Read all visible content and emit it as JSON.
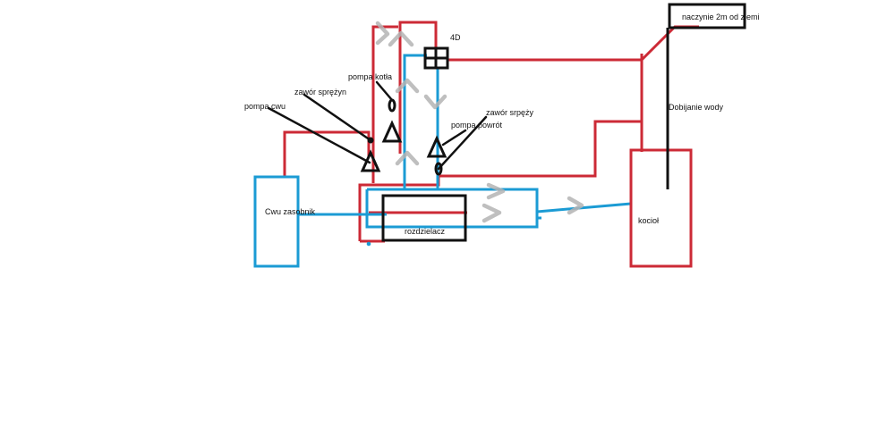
{
  "colors": {
    "hot_pipe": "#cc2a36",
    "cold_pipe": "#1b9bd4",
    "outline": "#111111",
    "flow_arrow": "#b4b4b4",
    "background": "#ffffff"
  },
  "labels": {
    "expansion_vessel": "naczynie 2m od ziemi",
    "valve_4d": "4D",
    "water_refill": "Dobijanie wody",
    "boiler": "kocioł",
    "dhw_tank": "Cwu zasobnik",
    "manifold": "rozdzielacz",
    "pump_dhw": "pompa cwu",
    "spring_valve_left": "zawór sprężyn",
    "pump_boiler": "pompa kotła",
    "spring_valve_right": "zawór srpęży",
    "pump_return": "pompa powrót"
  }
}
